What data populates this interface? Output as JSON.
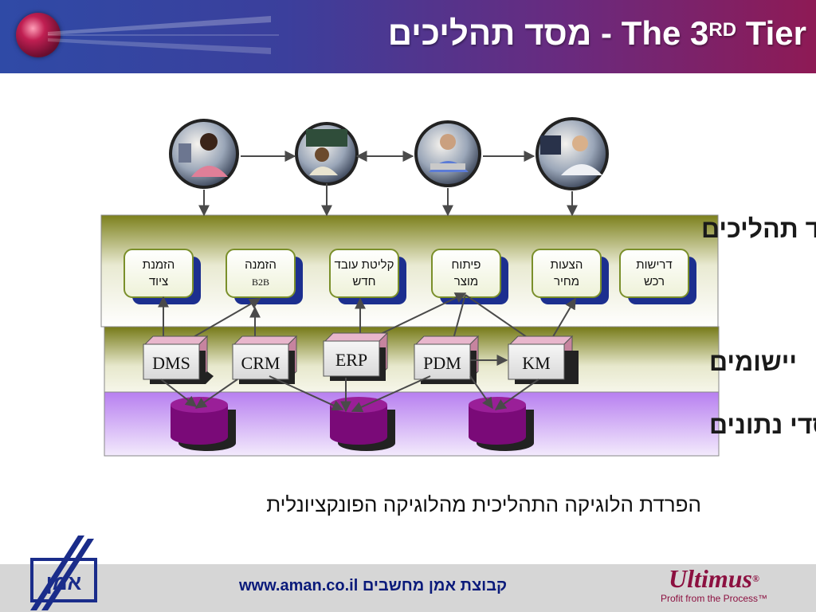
{
  "header": {
    "title_en": "The 3",
    "title_sup": "RD",
    "title_en_end": " Tier",
    "title_he": "מסד תהליכים -"
  },
  "layers": {
    "processes": "מסד תהליכים",
    "applications": "יישומים",
    "databases": "מסדי נתונים"
  },
  "processes": [
    {
      "line1": "הזמנת",
      "line2": "ציוד"
    },
    {
      "line1": "הזמנה",
      "line2": "B2B"
    },
    {
      "line1": "קליטת עובד",
      "line2": "חדש"
    },
    {
      "line1": "פיתוח",
      "line2": "מוצר"
    },
    {
      "line1": "הצעות",
      "line2": "מחיר"
    },
    {
      "line1": "דרישות",
      "line2": "רכש"
    }
  ],
  "applications": [
    "DMS",
    "CRM",
    "ERP",
    "PDM",
    "KM"
  ],
  "people_icons": [
    "person-icon",
    "person-icon",
    "person-icon",
    "person-icon"
  ],
  "database_icons": [
    "database-icon",
    "database-icon",
    "database-icon"
  ],
  "subtitle": "הפרדת הלוגיקה התהליכית מהלוגיקה הפונקציונלית",
  "footer": {
    "company": "קבוצת אמן מחשבים",
    "url": "www.aman.co.il",
    "brand": "Ultimus",
    "brand_mark": "®",
    "tagline": "Profit from the Process™"
  },
  "colors": {
    "process_band": "#8a8d2a",
    "process_box_border": "#7a8f2a",
    "process_box_shadow": "#1c2f8f",
    "app_band": "#7a7d20",
    "app_block": "#d8a0b8",
    "db_band": "#cfa6f5",
    "db_cylinder": "#7a0a78"
  }
}
